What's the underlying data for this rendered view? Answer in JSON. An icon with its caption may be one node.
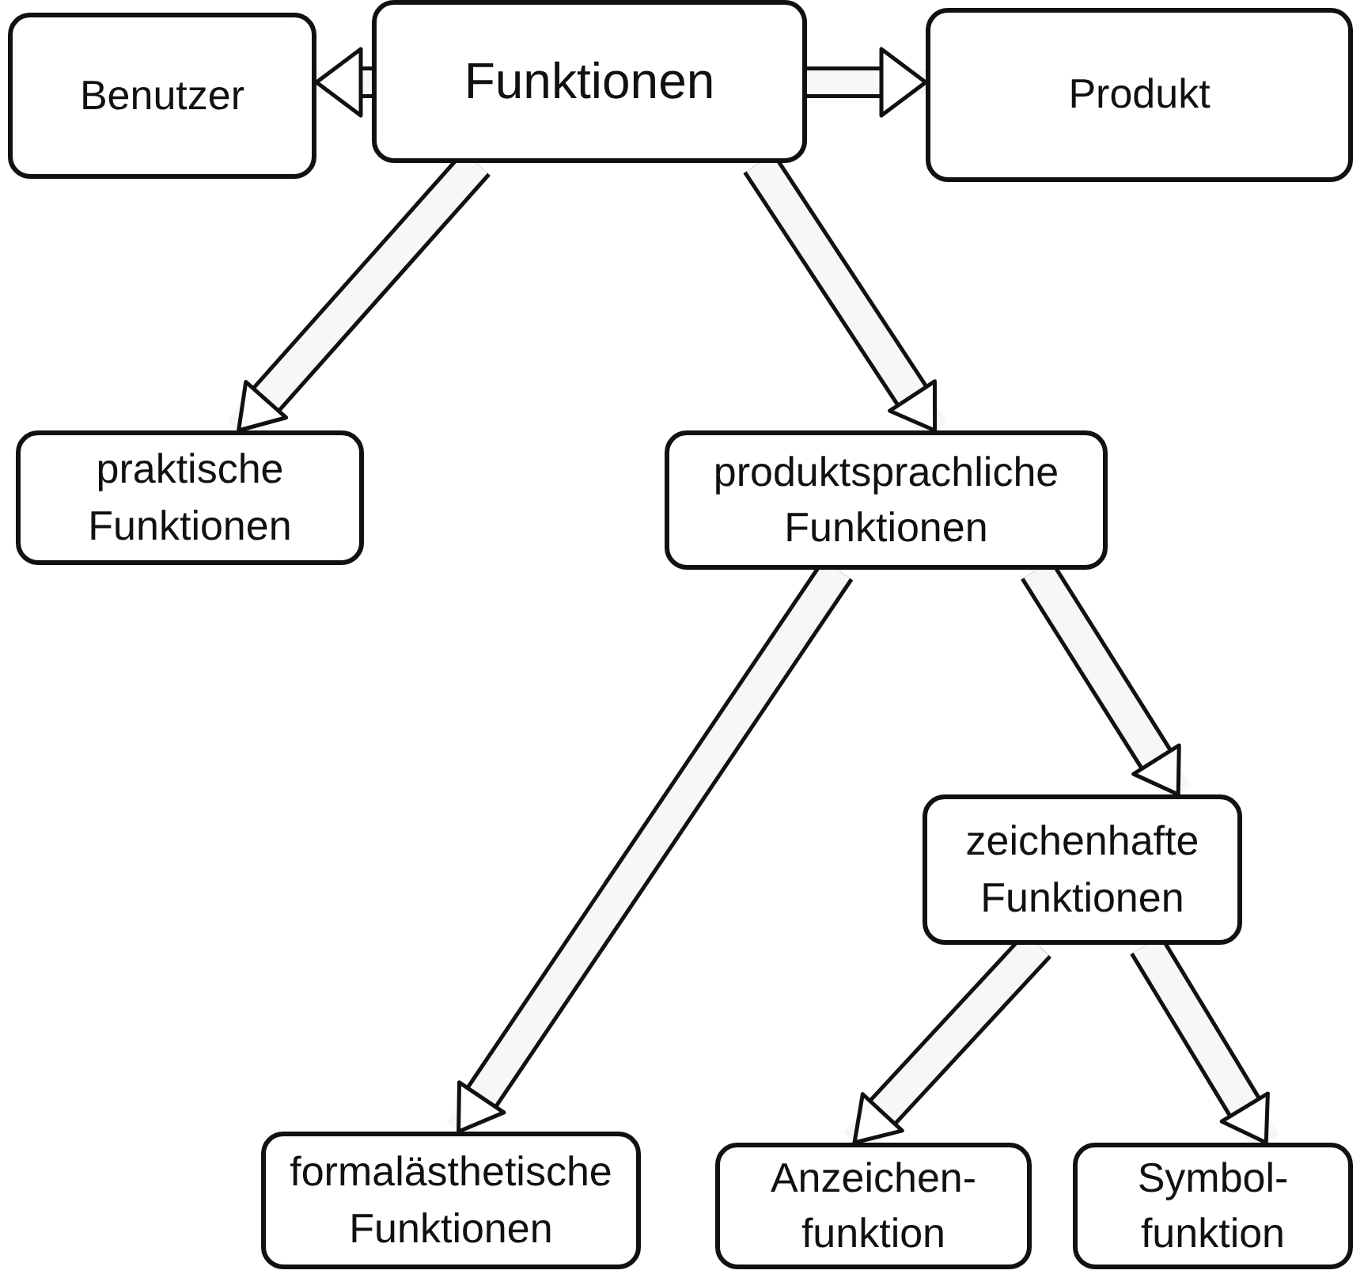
{
  "diagram": {
    "nodes": [
      {
        "text": [
          "Benutzer"
        ]
      },
      {
        "text": [
          "Funktionen"
        ]
      },
      {
        "text": [
          "Produkt"
        ]
      },
      {
        "text": [
          "praktische Funktionen"
        ]
      },
      {
        "text": [
          "produktsprachliche Funktionen"
        ]
      },
      {
        "text": [
          "zeichenhafte Funktionen"
        ]
      },
      {
        "text": [
          "formalästhetische Funktionen"
        ]
      },
      {
        "text": [
          "Anzeichen- funktion"
        ]
      },
      {
        "text": [
          "Symbol- funktion"
        ]
      }
    ],
    "edges": [
      {
        "from": 1,
        "to": 0,
        "arrow": "to"
      },
      {
        "from": 1,
        "to": 2,
        "arrow": "to"
      },
      {
        "from": 1,
        "to": 3,
        "arrow": "to"
      },
      {
        "from": 1,
        "to": 4,
        "arrow": "to"
      },
      {
        "from": 4,
        "to": 6,
        "arrow": "to"
      },
      {
        "from": 4,
        "to": 5,
        "arrow": "to"
      },
      {
        "from": 5,
        "to": 7,
        "arrow": "to"
      },
      {
        "from": 5,
        "to": 8,
        "arrow": "to"
      }
    ]
  }
}
